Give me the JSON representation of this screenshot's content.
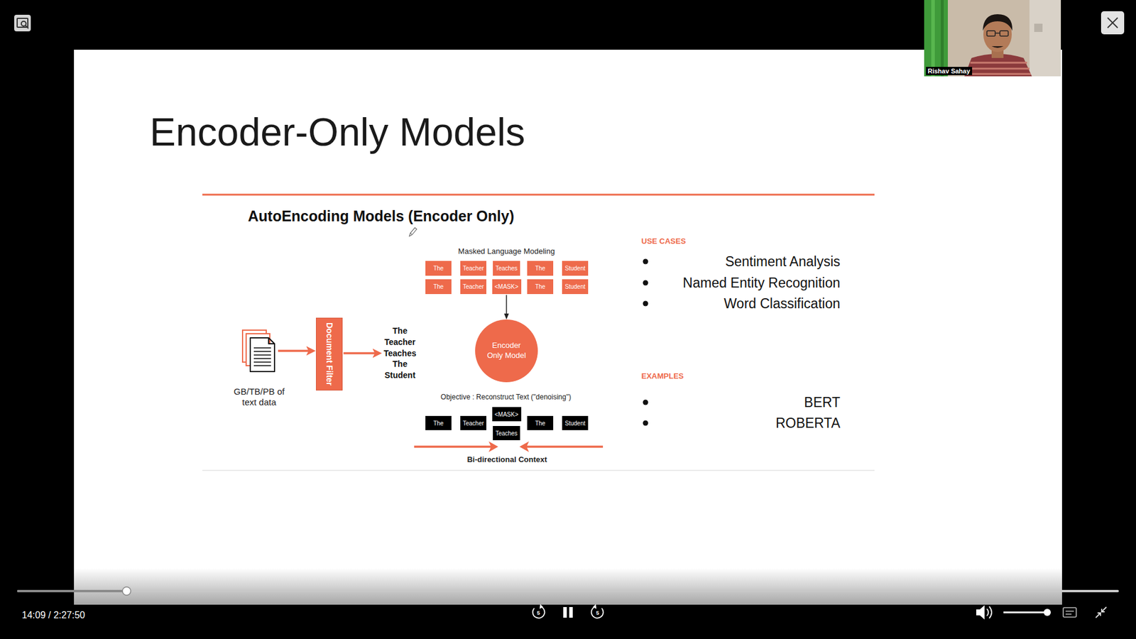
{
  "diagram": {
    "title": "Encoder-Only Models",
    "nodes": [
      {
        "text": [
          "GB/TB/PB of text data"
        ]
      },
      {
        "text": [
          "Document Filter"
        ]
      },
      {
        "text": [
          "The Teacher Teaches The Student"
        ]
      },
      {
        "text": [
          "The"
        ]
      },
      {
        "text": [
          "Teacher"
        ]
      },
      {
        "text": [
          "Teaches"
        ]
      },
      {
        "text": [
          "The"
        ]
      },
      {
        "text": [
          "Student"
        ]
      },
      {
        "text": [
          "The"
        ]
      },
      {
        "text": [
          "Teacher"
        ]
      },
      {
        "text": [
          "<MASK>"
        ]
      },
      {
        "text": [
          "The"
        ]
      },
      {
        "text": [
          "Student"
        ]
      },
      {
        "text": [
          "Encoder Only Model"
        ]
      },
      {
        "text": [
          "The"
        ]
      },
      {
        "text": [
          "Teacher"
        ]
      },
      {
        "text": [
          "<MASK>"
        ]
      },
      {
        "text": [
          "Teaches"
        ]
      },
      {
        "text": [
          "The"
        ]
      },
      {
        "text": [
          "Student"
        ]
      }
    ],
    "edges": [
      {
        "from": 0,
        "to": 1,
        "arrow": "to"
      },
      {
        "from": 1,
        "to": 2,
        "arrow": "to"
      },
      {
        "from": 10,
        "to": 13,
        "arrow": "to"
      }
    ],
    "labels": [
      "Rishav Sahay",
      "AutoEncoding Models (Encoder Only)",
      "Masked Language Modeling",
      "Objective : Reconstruct Text (\"denoising\")",
      "Bi-directional Context",
      "USE CASES",
      "Sentiment Analysis",
      "Named Entity Recognition",
      "Word Classification",
      "EXAMPLES",
      "BERT",
      "ROBERTA",
      "5",
      "5",
      "14:09 / 2:27:50"
    ]
  }
}
